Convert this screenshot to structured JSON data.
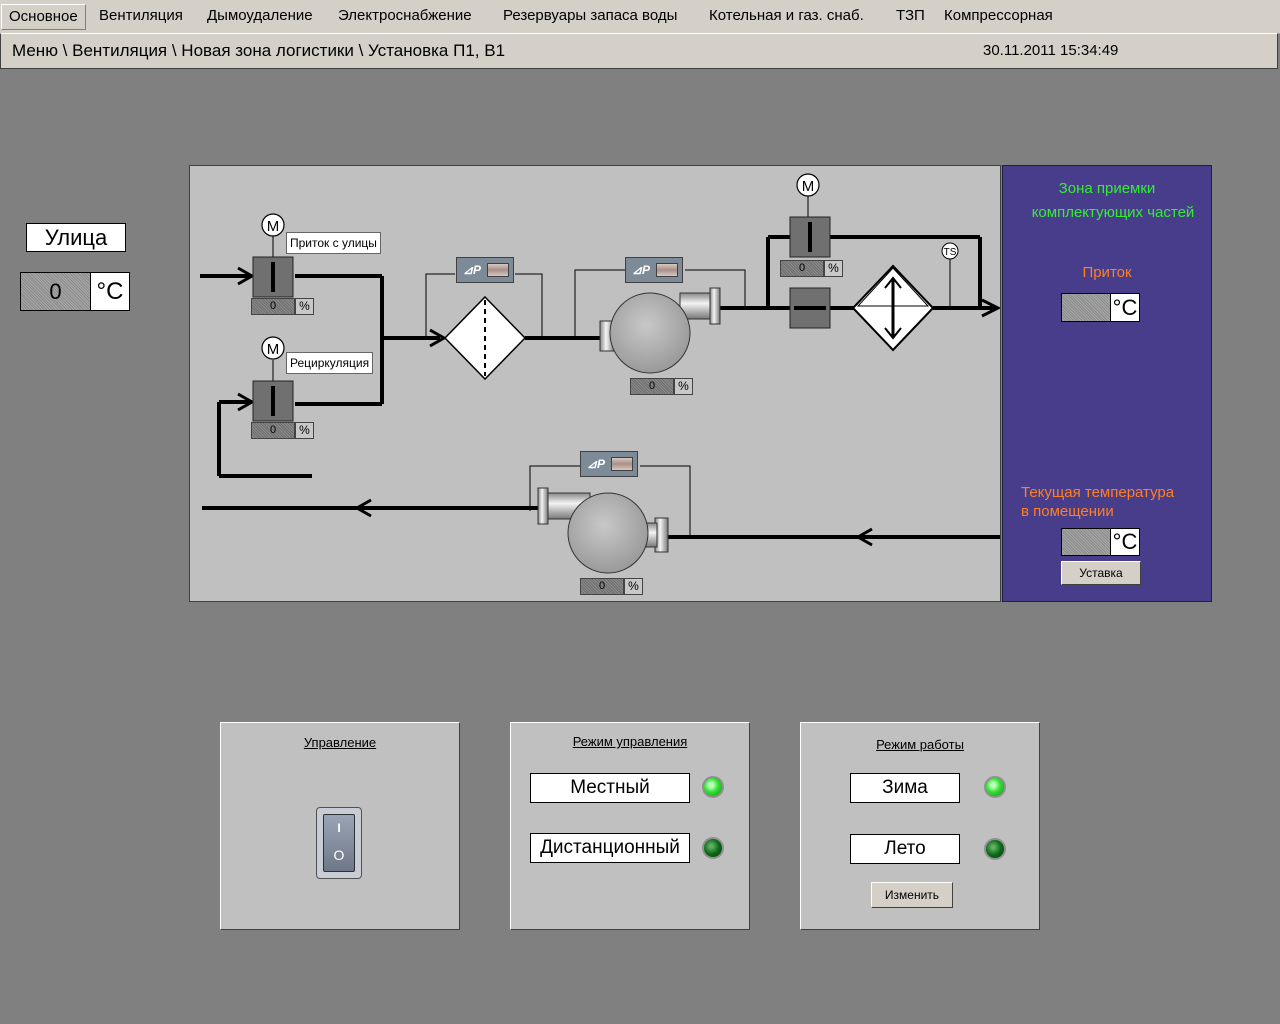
{
  "menu": {
    "items": [
      "Основное",
      "Вентиляция",
      "Дымоудаление",
      "Электроснабжение",
      "Резервуары запаса воды",
      "Котельная и газ. снаб.",
      "ТЗП",
      "Компрессорная"
    ],
    "active": "Основное"
  },
  "breadcrumb": "Меню \\ Вентиляция \\ Новая зона логистики \\ Установка П1, В1",
  "datetime": "30.11.2011 15:34:49",
  "outside": {
    "label": "Улица",
    "value": "0",
    "unit": "°C"
  },
  "process": {
    "motor_letter": "M",
    "dp_label": "⊿P",
    "ts_label": "TS",
    "damper_street": {
      "label": "Приток с улицы",
      "value": "0",
      "unit": "%"
    },
    "damper_recirc": {
      "label": "Рециркуляция",
      "value": "0",
      "unit": "%"
    },
    "damper_heat": {
      "value": "0",
      "unit": "%"
    },
    "supply_fan": {
      "value": "0",
      "unit": "%"
    },
    "exhaust_fan": {
      "value": "0",
      "unit": "%"
    }
  },
  "zone": {
    "title_line1": "Зона приемки",
    "title_line2": "комплектующих частей",
    "supply_label": "Приток",
    "supply_value": "",
    "supply_unit": "°C",
    "room_label_line1": "Текущая температура",
    "room_label_line2": "в помещении",
    "room_value": "",
    "room_unit": "°C",
    "setpoint_button": "Уставка",
    "title_color": "#33ee33",
    "label_color": "#ff7f24"
  },
  "control_panel": {
    "title": "Управление",
    "switch_on": "I",
    "switch_off": "O"
  },
  "control_mode": {
    "title": "Режим управления",
    "local": "Местный",
    "remote": "Дистанционный",
    "local_led": "on",
    "remote_led": "off"
  },
  "work_mode": {
    "title": "Режим работы",
    "winter": "Зима",
    "summer": "Лето",
    "winter_led": "on",
    "summer_led": "off",
    "change_button": "Изменить"
  }
}
